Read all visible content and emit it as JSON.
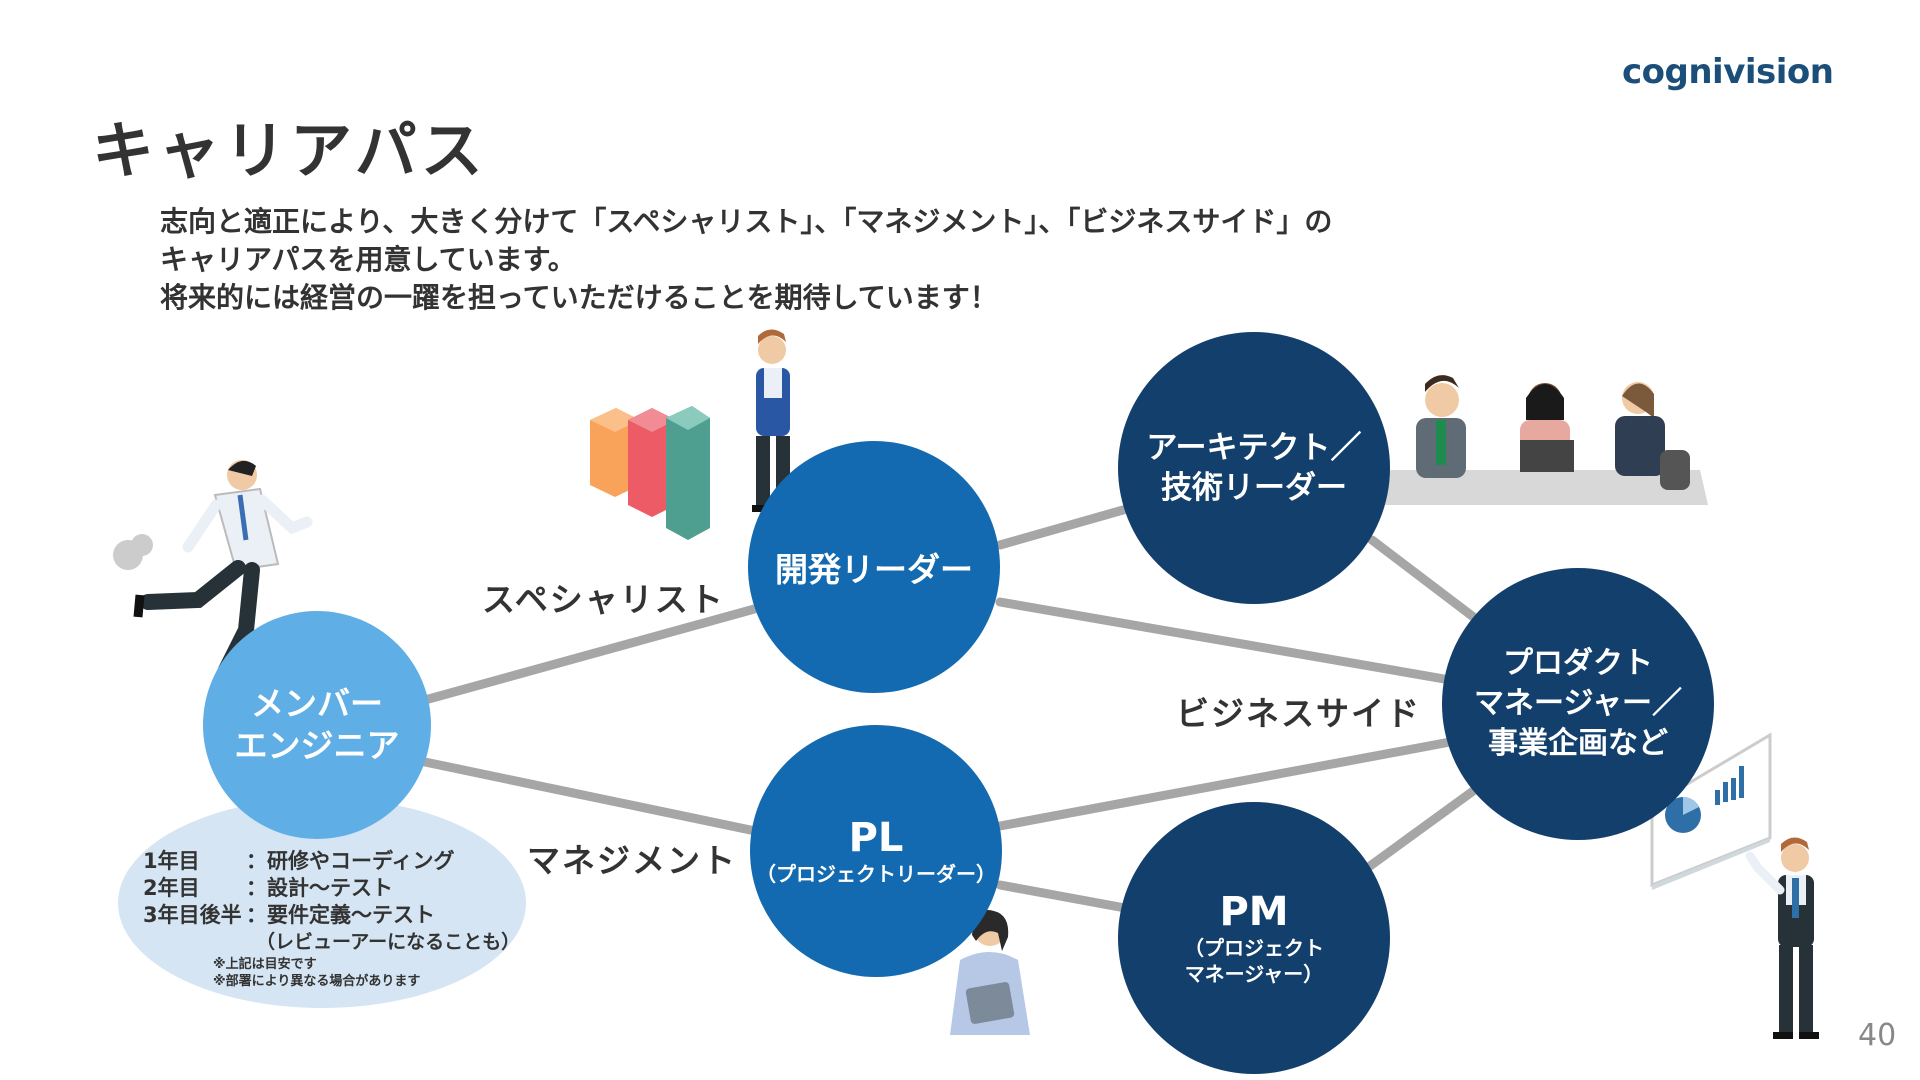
{
  "header": {
    "logo": "cognivision",
    "title": "キャリアパス",
    "page_number": "40"
  },
  "intro": {
    "line1": "志向と適正により、大きく分けて「スペシャリスト」、「マネジメント」、「ビジネスサイド」の",
    "line2": "キャリアパスを用意しています。",
    "line3": "将来的には経営の一躍を担っていただけることを期待しています！"
  },
  "tracks": {
    "specialist": "スペシャリスト",
    "management": "マネジメント",
    "business": "ビジネスサイド"
  },
  "nodes": {
    "member": {
      "line1": "メンバー",
      "line2": "エンジニア"
    },
    "dev_leader": {
      "label": "開発リーダー"
    },
    "pl": {
      "title": "PL",
      "sub": "（プロジェクトリーダー）"
    },
    "architect": {
      "line1": "アーキテクト／",
      "line2": "技術リーダー"
    },
    "product": {
      "line1": "プロダクト",
      "line2": "マネージャー／",
      "line3": "事業企画など"
    },
    "pm": {
      "title": "PM",
      "sub1": "（プロジェクト",
      "sub2": "マネージャー）"
    }
  },
  "member_info": {
    "rows": [
      {
        "k": "1年目",
        "v": "：研修やコーディング"
      },
      {
        "k": "2年目",
        "v": "：設計〜テスト"
      },
      {
        "k": "3年目後半",
        "v": "：要件定義〜テスト"
      }
    ],
    "row3_extra": "（レビューアーになることも）",
    "note1": "※上記は目安です",
    "note2": "※部署により異なる場合があります"
  },
  "colors": {
    "light_blue": "#5faee6",
    "mid_blue": "#136ab0",
    "dark_navy": "#123f6b",
    "connector": "#a6a6a6",
    "bubble": "#d5e5f3"
  },
  "icons": [
    "running-man-icon",
    "bar-chart-blocks-icon",
    "standing-man-icon",
    "meeting-group-icon",
    "presenter-man-icon",
    "presentation-board-icon",
    "woman-with-tablet-icon"
  ]
}
